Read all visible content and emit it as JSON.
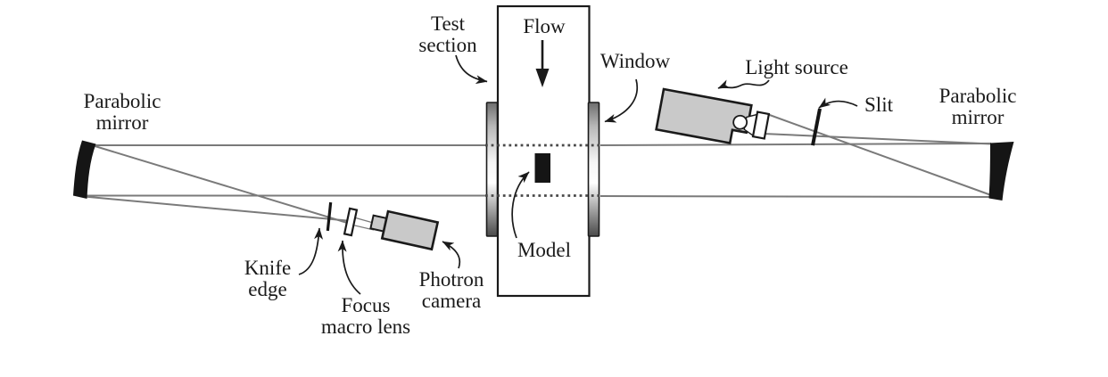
{
  "labels": {
    "parabolic_mirror_left": {
      "line1": "Parabolic",
      "line2": "mirror"
    },
    "test_section": {
      "line1": "Test",
      "line2": "section"
    },
    "flow": "Flow",
    "window": "Window",
    "light_source": "Light source",
    "slit": "Slit",
    "parabolic_mirror_right": {
      "line1": "Parabolic",
      "line2": "mirror"
    },
    "model": "Model",
    "knife_edge": {
      "line1": "Knife",
      "line2": "edge"
    },
    "focus_macro_lens": {
      "line1": "Focus",
      "line2": "macro lens"
    },
    "photron_camera": {
      "line1": "Photron",
      "line2": "camera"
    }
  },
  "colors": {
    "background": "#ffffff",
    "ink": "#1a1a1a",
    "beam": "#7a7a7a",
    "dotted": "#4a4a4a",
    "device": "#c9c9c9",
    "mirror": "#151515"
  }
}
